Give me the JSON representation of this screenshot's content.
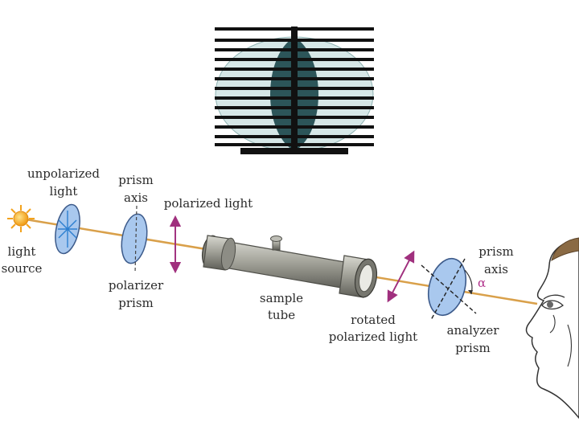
{
  "labels": {
    "unpolarized_light": [
      "unpolarized",
      "light"
    ],
    "prism_axis_left": [
      "prism",
      "axis"
    ],
    "polarized_light": "polarized light",
    "light_source": [
      "light",
      "source"
    ],
    "polarizer_prism": [
      "polarizer",
      "prism"
    ],
    "sample_tube": [
      "sample",
      "tube"
    ],
    "rotated_polarized_light": [
      "rotated",
      "polarized light"
    ],
    "prism_axis_right": [
      "prism",
      "axis"
    ],
    "alpha": "α",
    "analyzer_prism": [
      "analyzer",
      "prism"
    ]
  },
  "colors": {
    "beam": "#d9a04a",
    "prism_fill": "#a9c8ee",
    "prism_edge": "#3c5a8a",
    "arrow": "#a0307e",
    "tube": "#9a9a90",
    "tube_dark": "#55554e",
    "sun": "#f3a21c",
    "lens_dark": "#2c5559",
    "lens_light": "#d6e7e7",
    "skin": "#ffffff",
    "hair": "#8a6a44"
  },
  "icons": {
    "source": "sun-icon",
    "eye": "observer-face"
  }
}
